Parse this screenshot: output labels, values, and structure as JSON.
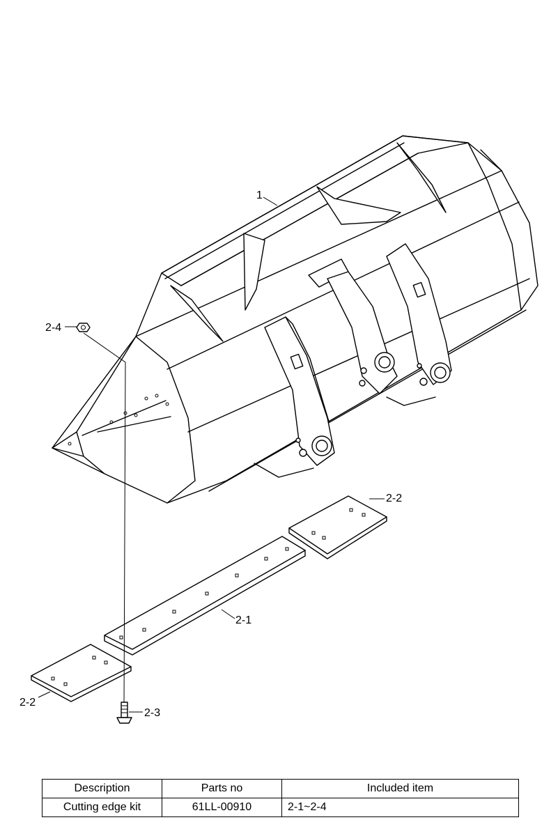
{
  "top_text": "",
  "callouts": {
    "bucket": "1",
    "edge_center": "2-1",
    "edge_side_right": "2-2",
    "edge_side_left": "2-2",
    "bolt": "2-3",
    "nut": "2-4"
  },
  "table": {
    "headers": [
      "Description",
      "Parts no",
      "Included item"
    ],
    "rows": [
      [
        "Cutting edge kit",
        "61LL-00910",
        "2-1~2-4"
      ]
    ]
  }
}
